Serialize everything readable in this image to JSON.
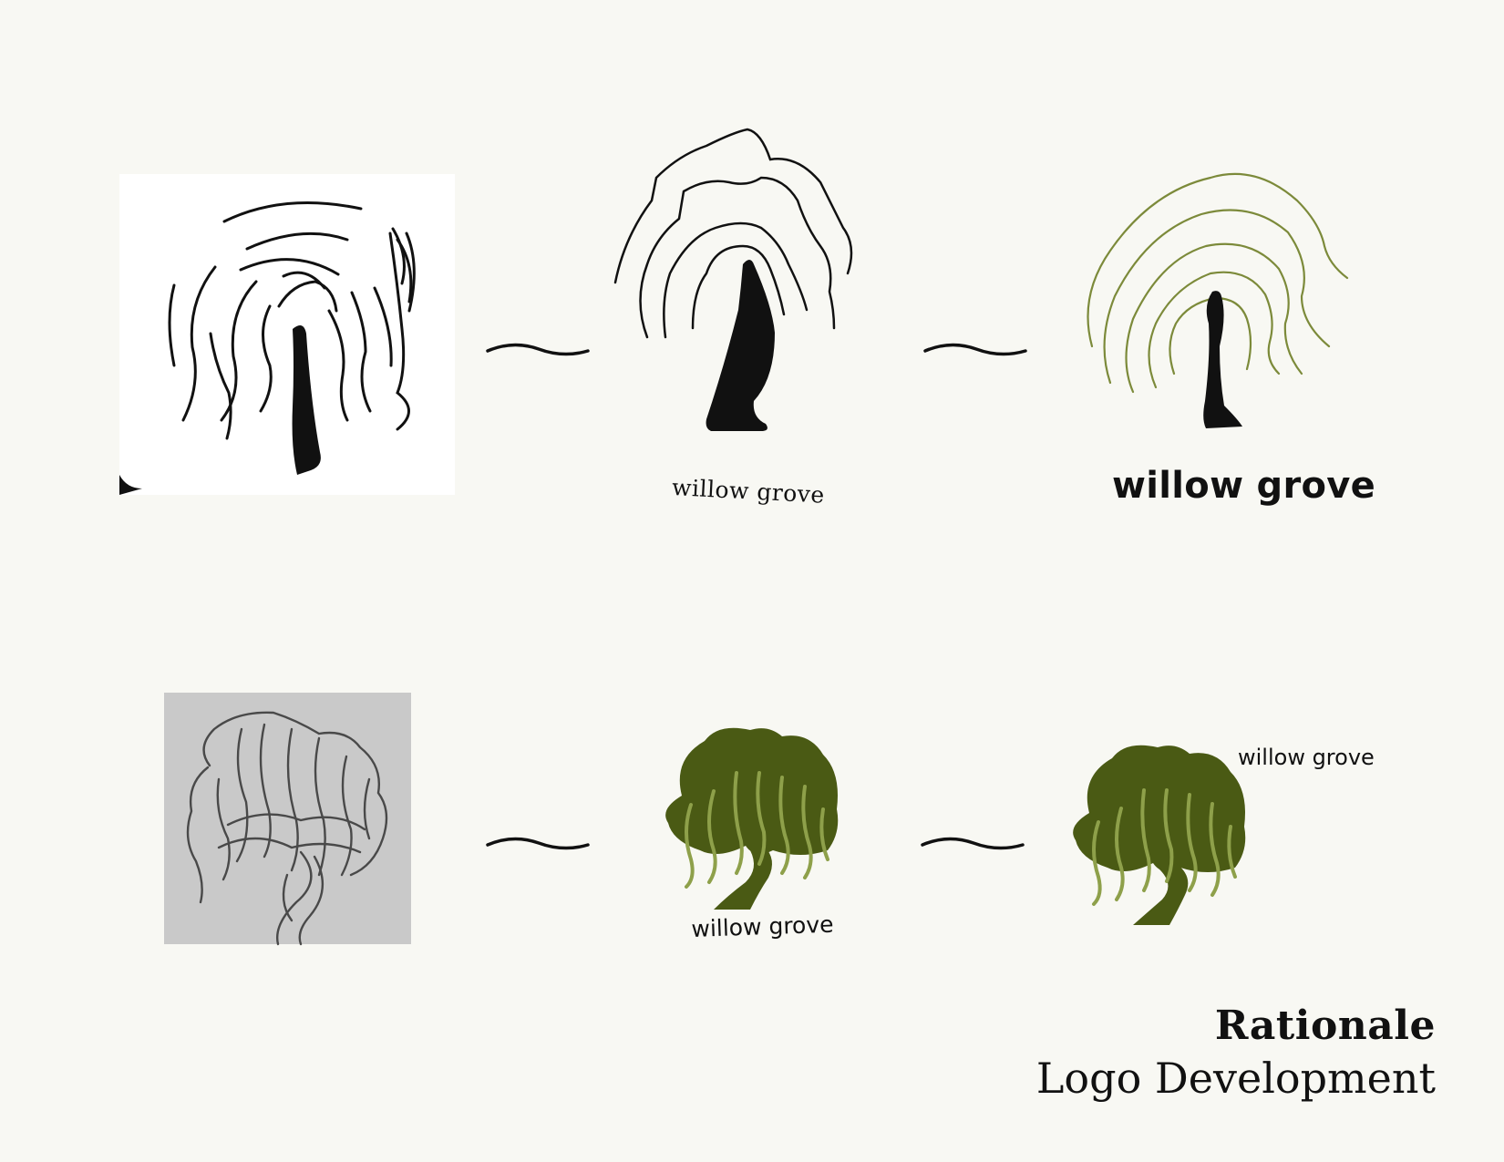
{
  "wordmarks": {
    "top_middle": "willow grove",
    "top_right": "willow grove",
    "bottom_middle": "willow grove",
    "bottom_right": "willow grove"
  },
  "title": {
    "line1": "Rationale",
    "line2": "Logo Development"
  },
  "colors": {
    "background": "#f8f8f3",
    "ink": "#111111",
    "olive_line": "#7c8a3a",
    "foliage_dark": "#4a5a14",
    "foliage_light": "#8ea04a",
    "sketch_gray": "#c9c9c9"
  },
  "icons": [
    "willow-line-sketch-icon",
    "willow-outline-icon",
    "willow-olive-outline-icon",
    "willow-pencil-sketch-icon",
    "willow-filled-icon",
    "willow-filled-final-icon",
    "tilde-arrow-icon"
  ]
}
